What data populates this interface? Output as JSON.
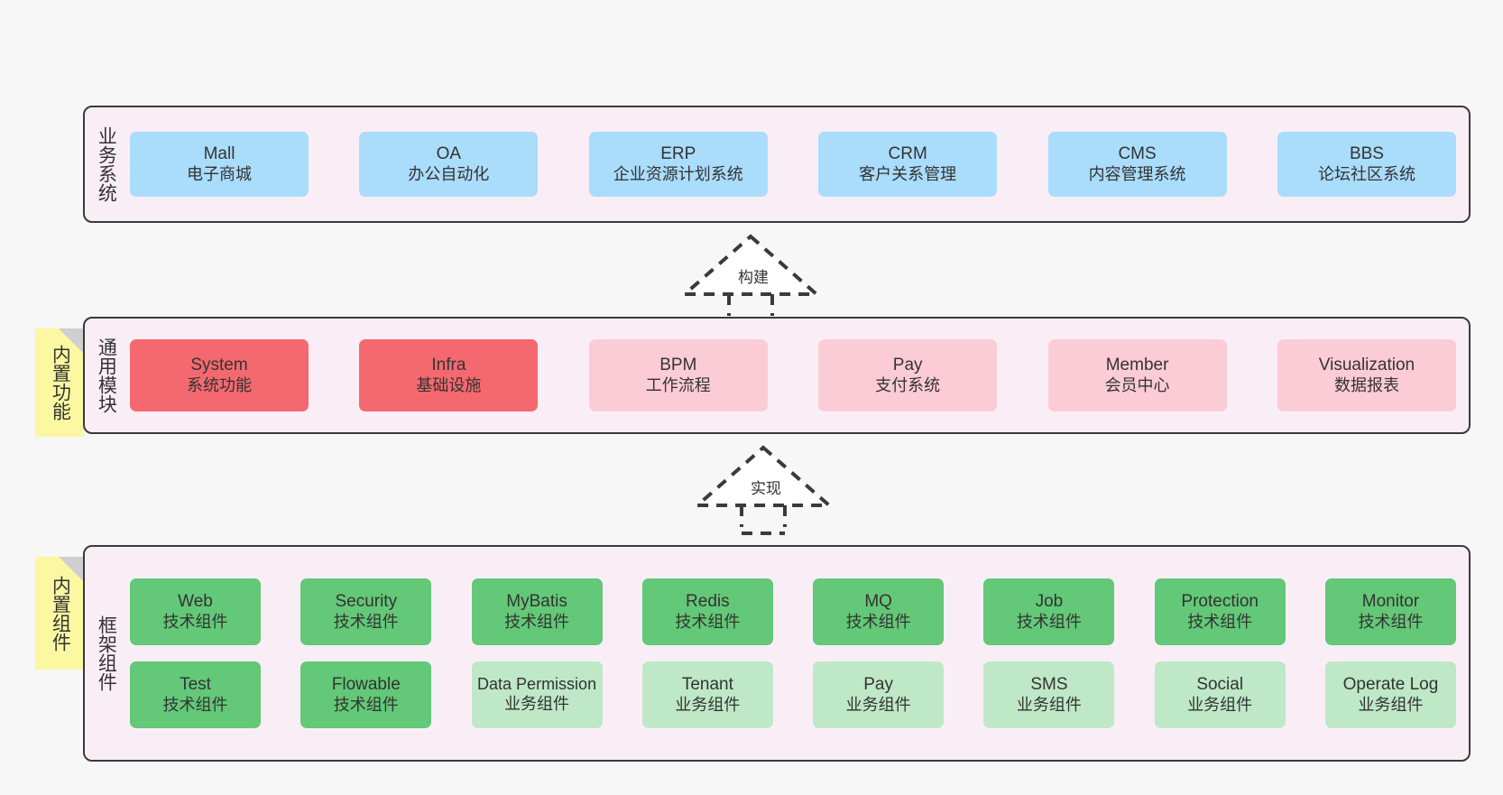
{
  "layers": [
    {
      "id": "business",
      "title": "业务系统",
      "rows": [
        [
          {
            "name": "Mall",
            "sub": "电子商城",
            "color": "c-blue"
          },
          {
            "name": "OA",
            "sub": "办公自动化",
            "color": "c-blue"
          },
          {
            "name": "ERP",
            "sub": "企业资源计划系统",
            "color": "c-blue"
          },
          {
            "name": "CRM",
            "sub": "客户关系管理",
            "color": "c-blue"
          },
          {
            "name": "CMS",
            "sub": "内容管理系统",
            "color": "c-blue"
          },
          {
            "name": "BBS",
            "sub": "论坛社区系统",
            "color": "c-blue"
          }
        ]
      ]
    },
    {
      "id": "common",
      "title": "通用模块",
      "note": "内置功能",
      "rows": [
        [
          {
            "name": "System",
            "sub": "系统功能",
            "color": "c-red"
          },
          {
            "name": "Infra",
            "sub": "基础设施",
            "color": "c-red"
          },
          {
            "name": "BPM",
            "sub": "工作流程",
            "color": "c-pink"
          },
          {
            "name": "Pay",
            "sub": "支付系统",
            "color": "c-pink"
          },
          {
            "name": "Member",
            "sub": "会员中心",
            "color": "c-pink"
          },
          {
            "name": "Visualization",
            "sub": "数据报表",
            "color": "c-pink"
          }
        ]
      ]
    },
    {
      "id": "framework",
      "title": "框架组件",
      "note": "内置组件",
      "rows": [
        [
          {
            "name": "Web",
            "sub": "技术组件",
            "color": "c-green"
          },
          {
            "name": "Security",
            "sub": "技术组件",
            "color": "c-green"
          },
          {
            "name": "MyBatis",
            "sub": "技术组件",
            "color": "c-green"
          },
          {
            "name": "Redis",
            "sub": "技术组件",
            "color": "c-green"
          },
          {
            "name": "MQ",
            "sub": "技术组件",
            "color": "c-green"
          },
          {
            "name": "Job",
            "sub": "技术组件",
            "color": "c-green"
          },
          {
            "name": "Protection",
            "sub": "技术组件",
            "color": "c-green"
          },
          {
            "name": "Monitor",
            "sub": "技术组件",
            "color": "c-green"
          }
        ],
        [
          {
            "name": "Test",
            "sub": "技术组件",
            "color": "c-green"
          },
          {
            "name": "Flowable",
            "sub": "技术组件",
            "color": "c-green"
          },
          {
            "name": "Data Permission",
            "sub": "业务组件",
            "color": "c-greenlite",
            "three": true
          },
          {
            "name": "Tenant",
            "sub": "业务组件",
            "color": "c-greenlite"
          },
          {
            "name": "Pay",
            "sub": "业务组件",
            "color": "c-greenlite"
          },
          {
            "name": "SMS",
            "sub": "业务组件",
            "color": "c-greenlite"
          },
          {
            "name": "Social",
            "sub": "业务组件",
            "color": "c-greenlite"
          },
          {
            "name": "Operate Log",
            "sub": "业务组件",
            "color": "c-greenlite"
          }
        ]
      ]
    }
  ],
  "arrows": [
    {
      "id": "build",
      "label": "构建"
    },
    {
      "id": "implement",
      "label": "实现"
    }
  ],
  "colors": {
    "band_bg": "#faeef6",
    "band_border": "#3a3a3a",
    "blue": "#aadcfb",
    "red": "#f4696f",
    "pink": "#fcccd6",
    "green": "#63c877",
    "green_light": "#bfe8c6",
    "note": "#fbf8a1",
    "note_fold": "#cfcfcf",
    "page_bg": "#f7f7f7",
    "text": "#333333"
  }
}
